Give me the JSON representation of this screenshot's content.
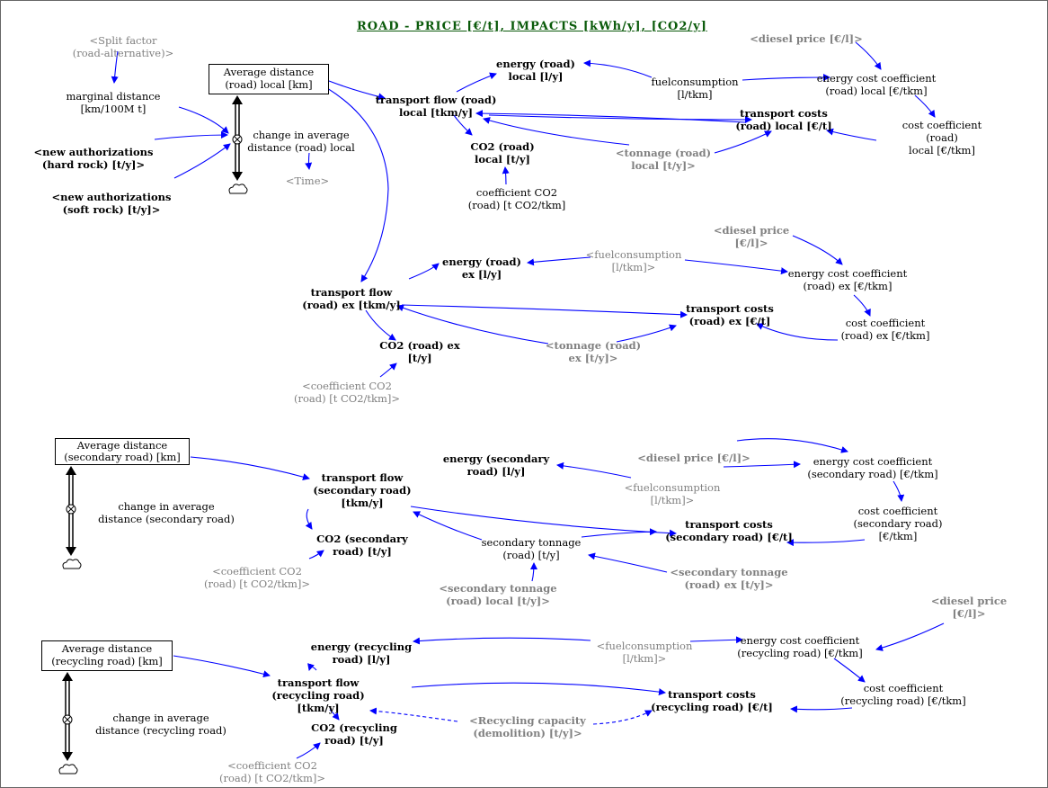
{
  "title": "ROAD - PRICE [€/t], IMPACTS [kWh/y], [CO2/y]",
  "colors": {
    "arrow": "#0000ff",
    "shadow_text": "#808080",
    "title": "#0a5a0a"
  },
  "section_road_local": {
    "split_factor": "<Split factor\n(road-alternative)>",
    "marginal_distance": "marginal distance\n[km/100M t]",
    "new_auth_hard": "<new authorizations\n(hard rock) [t/y]>",
    "new_auth_soft": "<new authorizations\n(soft rock) [t/y]>",
    "stock": "Average distance\n(road) local [km]",
    "change": "change in average\ndistance (road) local",
    "time": "<Time>",
    "transport_flow": "transport flow (road)\nlocal [tkm/y]",
    "energy": "energy (road)\nlocal [l/y]",
    "co2": "CO2 (road)\nlocal [t/y]",
    "coeff_co2": "coefficient CO2\n(road) [t CO2/tkm]",
    "fuelconsumption": "fuelconsumption\n[l/tkm]",
    "diesel_price": "<diesel price [€/l]>",
    "energy_cost_coeff": "energy cost coefficient\n(road) local [€/tkm]",
    "cost_coeff": "cost coefficient (road)\nlocal [€/tkm]",
    "transport_costs": "transport costs\n(road) local [€/t]",
    "tonnage": "<tonnage (road)\nlocal [t/y]>"
  },
  "section_road_ex": {
    "diesel_price": "<diesel price\n[€/l]>",
    "fuelconsumption": "<fuelconsumption\n[l/tkm]>",
    "energy": "energy (road)\nex [l/y]",
    "energy_cost_coeff": "energy cost coefficient\n(road) ex [€/tkm]",
    "transport_flow": "transport flow\n(road) ex [tkm/y]",
    "transport_costs": "transport costs\n(road) ex [€/t]",
    "cost_coeff": "cost coefficient\n(road) ex [€/tkm]",
    "co2": "CO2 (road) ex\n[t/y]",
    "tonnage": "<tonnage (road)\nex [t/y]>",
    "coeff_co2": "<coefficient CO2\n(road) [t CO2/tkm]>"
  },
  "section_secondary": {
    "stock": "Average distance\n(secondary road) [km]",
    "change": "change in average\ndistance (secondary road)",
    "transport_flow": "transport flow\n(secondary road)\n[tkm/y]",
    "energy": "energy (secondary\nroad) [l/y]",
    "diesel_price": "<diesel price [€/l]>",
    "fuelconsumption": "<fuelconsumption\n[l/tkm]>",
    "energy_cost_coeff": "energy cost coefficient\n(secondary road) [€/tkm]",
    "cost_coeff": "cost coefficient\n(secondary road)\n[€/tkm]",
    "co2": "CO2 (secondary\nroad) [t/y]",
    "secondary_tonnage": "secondary tonnage\n(road) [t/y]",
    "transport_costs": "transport costs\n(secondary road) [€/t]",
    "coeff_co2": "<coefficient CO2\n(road) [t CO2/tkm]>",
    "sec_tonnage_local": "<secondary tonnage\n(road) local [t/y]>",
    "sec_tonnage_ex": "<secondary tonnage\n(road) ex [t/y]>"
  },
  "section_recycling": {
    "diesel_price": "<diesel price\n[€/l]>",
    "stock": "Average distance\n(recycling road) [km]",
    "energy": "energy (recycling\nroad) [l/y]",
    "fuelconsumption": "<fuelconsumption\n[l/tkm]>",
    "energy_cost_coeff": "energy cost coefficient\n(recycling road) [€/tkm]",
    "transport_flow": "transport flow\n(recycling road)\n[tkm/y]",
    "transport_costs": "transport costs\n(recycling road) [€/t]",
    "cost_coeff": "cost coefficient\n(recycling road) [€/tkm]",
    "change": "change in average\ndistance (recycling road)",
    "recycling_capacity": "<Recycling capacity\n(demolition) [t/y]>",
    "co2": "CO2 (recycling\nroad) [t/y]",
    "coeff_co2": "<coefficient CO2\n(road) [t CO2/tkm]>"
  }
}
